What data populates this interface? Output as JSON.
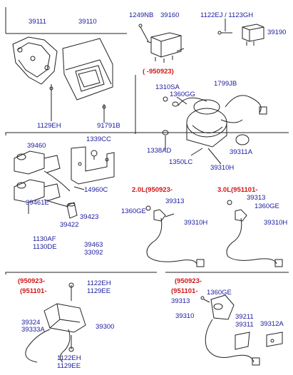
{
  "colors": {
    "label": "#1a1aa0",
    "condition": "#d01818",
    "line": "#222222"
  },
  "labels": {
    "p39111": "39111",
    "p39110": "39110",
    "p1249NB": "1249NB",
    "p39160": "39160",
    "p1122EJ": "1122EJ / 1123GH",
    "p39190": "39190",
    "cond_950923a": "( -950923)",
    "p1799JB": "1799JB",
    "p1310SA": "1310SA",
    "p1360GG": "1360GG",
    "p1129EH": "1129EH",
    "p91791B": "91791B",
    "p1339CC": "1339CC",
    "p39460": "39460",
    "p1338AD": "1338AD",
    "p1350LC": "1350LC",
    "p39311A": "39311A",
    "p39310H_a": "39310H",
    "cond_20L": "2.0L(950923-",
    "cond_30L": "3.0L(951101-",
    "p39313_a": "39313",
    "p1360GE_a": "1360GE",
    "p39313_b": "39313",
    "p1360GE_b": "1360GE",
    "p14960C": "14960C",
    "p39461E": "39461E",
    "p39423": "39423",
    "p39310H_b": "39310H",
    "p39310H_c": "39310H",
    "p39422": "39422",
    "p1130AF": "1130AF",
    "p1130DE": "1130DE",
    "p39463": "39463",
    "p33092": "33092",
    "cond_950923b": "(950923-",
    "cond_951101a": "(951101-",
    "cond_950923c": "(950923-",
    "cond_951101b": "(951101-",
    "p1122EH_a": "1122EH",
    "p1129EE_a": "1129EE",
    "p1360GE_c": "1360GE",
    "p39313_c": "39313",
    "p39324": "39324",
    "p39333A": "39333A",
    "p39300": "39300",
    "p39310": "39310",
    "p39211": "39211",
    "p39311": "39311",
    "p39312A": "39312A",
    "p1122EH_b": "1122EH",
    "p1129EE_b": "1129EE"
  }
}
